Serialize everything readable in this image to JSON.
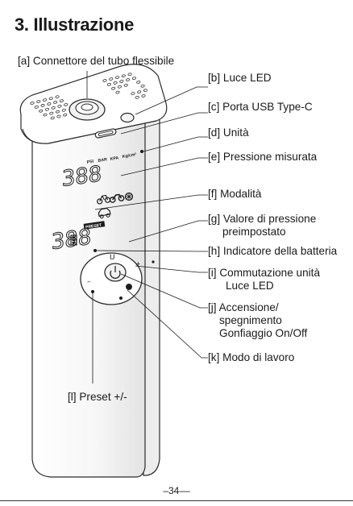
{
  "page": {
    "heading": "3. Illustrazione",
    "page_number": "–34––"
  },
  "labels": {
    "a": "[a] Connettore del tubo flessibile",
    "b": "[b] Luce LED",
    "c": "[c] Porta USB Type-C",
    "d": "[d] Unità",
    "e": "[e] Pressione misurata",
    "f": "[f] Modalità",
    "g": [
      "[g] Valore di pressione",
      "preimpostato"
    ],
    "h": "[h] Indicatore della batteria",
    "i": [
      "[i] Commutazione unità",
      "Luce LED"
    ],
    "j": [
      "[j] Accensione/",
      "spegnimento",
      "Gonfiaggio On/Off"
    ],
    "k": "[k]  Modo di lavoro",
    "l": "[l] Preset +/-"
  },
  "display": {
    "units": [
      "PSI",
      "BAR",
      "KPA",
      "Kg/cm²"
    ],
    "measured_digits": "388",
    "preset_digits": "388",
    "preset_badge": "PRESET"
  },
  "colors": {
    "ink": "#1a1a1a",
    "device_stroke": "#2b2b2b",
    "device_shade": "#e9e9e9"
  },
  "icons": {
    "bicycle": "bicycle-icon",
    "motorcycle": "motorcycle-icon",
    "ball": "ball-icon",
    "car": "car-icon",
    "power": "power-icon",
    "battery": "battery-icon"
  }
}
